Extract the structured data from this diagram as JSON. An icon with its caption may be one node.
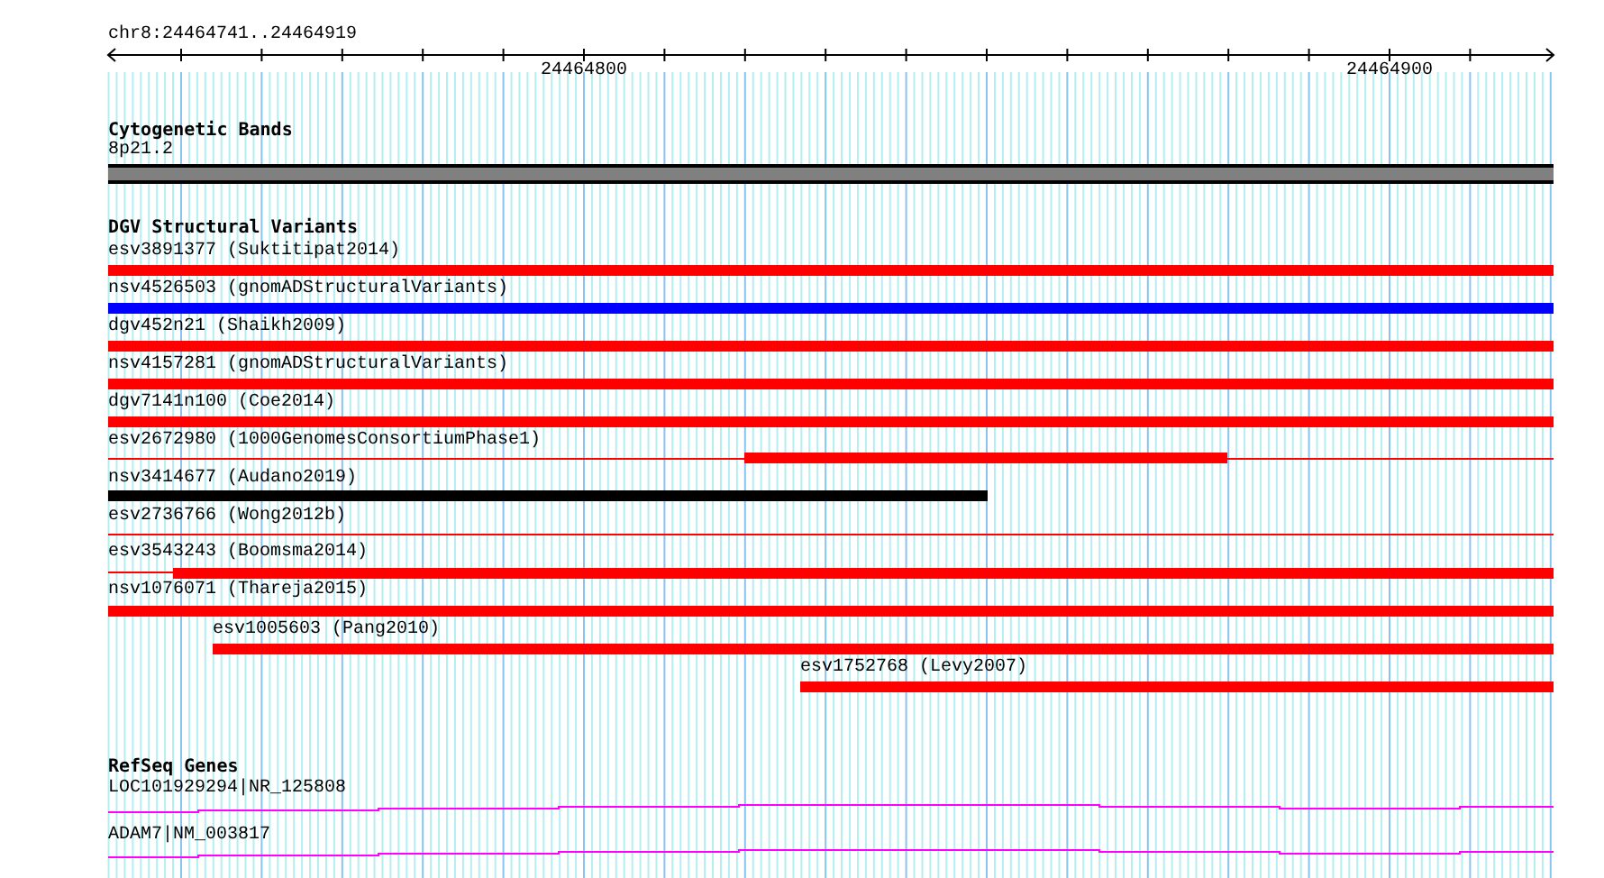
{
  "diagram": {
    "nodes": [
      {
        "text": [
          "Cytogenetic Bands"
        ]
      },
      {
        "text": [
          "8p21.2"
        ],
        "in": 0
      },
      {
        "text": [
          "DGV Structural Variants"
        ]
      },
      {
        "text": [
          "esv3891377 (Suktitipat2014)"
        ],
        "in": 2
      },
      {
        "text": [
          "nsv4526503 (gnomADStructuralVariants)"
        ],
        "in": 2
      },
      {
        "text": [
          "dgv452n21 (Shaikh2009)"
        ],
        "in": 2
      },
      {
        "text": [
          "nsv4157281 (gnomADStructuralVariants)"
        ],
        "in": 2
      },
      {
        "text": [
          "dgv7141n100 (Coe2014)"
        ],
        "in": 2
      },
      {
        "text": [
          "esv2672980 (1000GenomesConsortiumPhase1)"
        ],
        "in": 2
      },
      {
        "text": [
          "nsv3414677 (Audano2019)"
        ],
        "in": 2
      },
      {
        "text": [
          "esv2736766 (Wong2012b)"
        ],
        "in": 2
      },
      {
        "text": [
          "esv3543243 (Boomsma2014)"
        ],
        "in": 2
      },
      {
        "text": [
          "nsv1076071 (Thareja2015)"
        ],
        "in": 2
      },
      {
        "text": [
          "esv1005603 (Pang2010)"
        ],
        "in": 2
      },
      {
        "text": [
          "esv1752768 (Levy2007)"
        ],
        "in": 2
      },
      {
        "text": [
          "RefSeq Genes"
        ]
      },
      {
        "text": [
          "LOC101929294|NR_125808"
        ],
        "in": 15
      },
      {
        "text": [
          "ADAM7|NM_003817"
        ],
        "in": 15
      }
    ],
    "edges": [],
    "labels": [
      "chr8:24464741..24464919",
      "24464800",
      "24464900"
    ]
  }
}
